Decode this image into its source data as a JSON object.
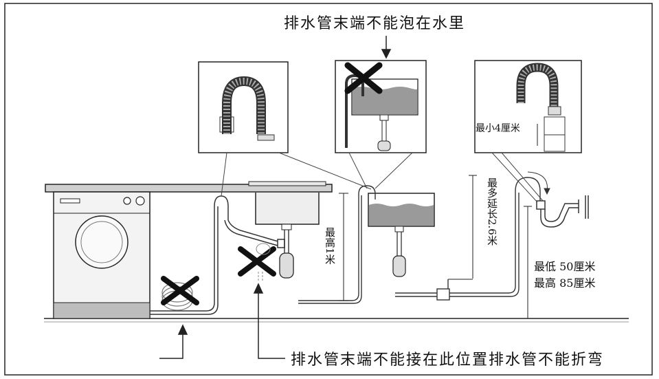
{
  "labels": {
    "top_warning": "排水管末端不能泡在水里",
    "bottom_warning": "排水管末端不能接在此位置排水管不能折弯",
    "min_gap": "最小4厘米",
    "max_height_1m": "最高1米",
    "max_extension": "最多延长2.6米",
    "lowest": "最低  50厘米",
    "highest": "最高  85厘米"
  },
  "colors": {
    "line": "#222222",
    "counter": "#c8c8c8",
    "water": "#9a9a9a",
    "floor": "#e0e0e0",
    "cross": "#111111"
  }
}
